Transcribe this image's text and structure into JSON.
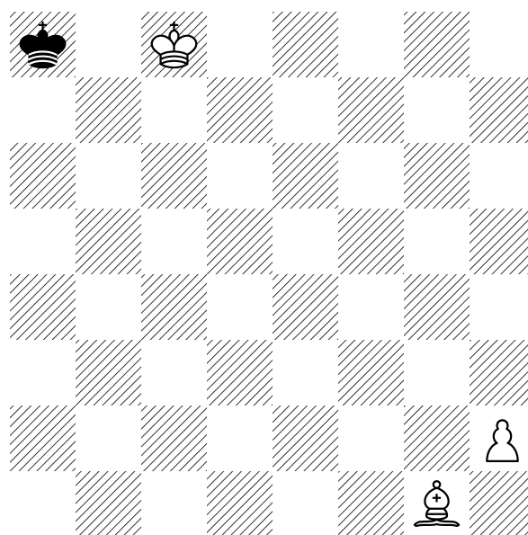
{
  "board": {
    "files": 8,
    "ranks": 8,
    "orientation": "white-bottom",
    "light_square_style": "plain-white",
    "dark_square_style": "diagonal-hatch",
    "line_color": "#000000",
    "background_color": "#ffffff"
  },
  "pieces": [
    {
      "name": "black-king-icon",
      "piece": "king",
      "color": "black",
      "square": "a8"
    },
    {
      "name": "white-king-icon",
      "piece": "king",
      "color": "white",
      "square": "c8"
    },
    {
      "name": "white-pawn-icon",
      "piece": "pawn",
      "color": "white",
      "square": "h2"
    },
    {
      "name": "white-bishop-icon",
      "piece": "bishop",
      "color": "white",
      "square": "g1"
    }
  ]
}
